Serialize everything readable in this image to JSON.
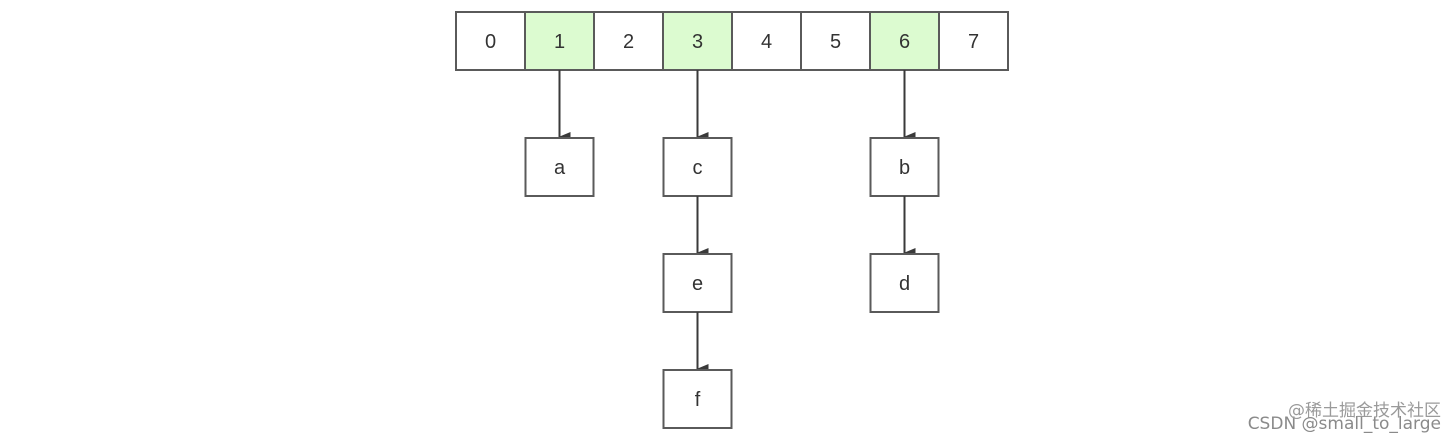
{
  "array": {
    "cells": [
      {
        "label": "0",
        "highlighted": false
      },
      {
        "label": "1",
        "highlighted": true
      },
      {
        "label": "2",
        "highlighted": false
      },
      {
        "label": "3",
        "highlighted": true
      },
      {
        "label": "4",
        "highlighted": false
      },
      {
        "label": "5",
        "highlighted": false
      },
      {
        "label": "6",
        "highlighted": true
      },
      {
        "label": "7",
        "highlighted": false
      }
    ]
  },
  "chains": [
    {
      "slot": 1,
      "nodes": [
        "a"
      ]
    },
    {
      "slot": 3,
      "nodes": [
        "c",
        "e",
        "f"
      ]
    },
    {
      "slot": 6,
      "nodes": [
        "b",
        "d"
      ]
    }
  ],
  "colors": {
    "highlight_fill": "#dcfbd0",
    "cell_fill": "#ffffff",
    "stroke": "#5a5a5a",
    "arrow": "#3a3a3a",
    "text": "#333333"
  },
  "watermarks": {
    "juejin": "@稀土掘金技术社区",
    "csdn": "CSDN @small_to_large"
  }
}
